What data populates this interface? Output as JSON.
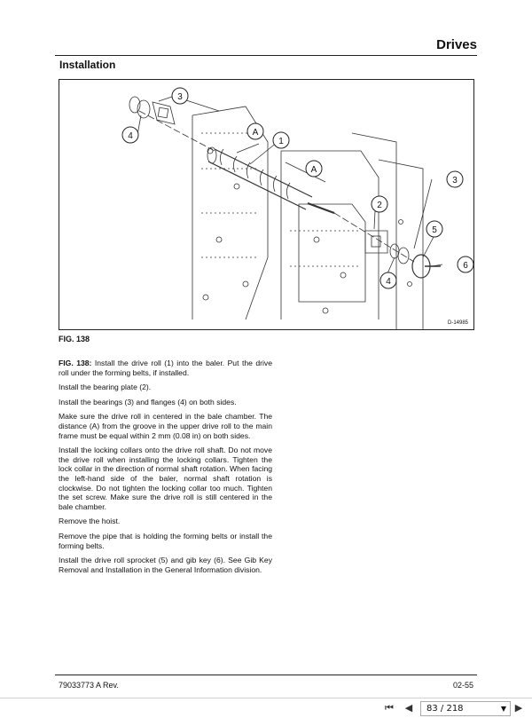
{
  "header": {
    "section": "Drives",
    "subtitle": "Installation"
  },
  "figure": {
    "code": "D-14985",
    "caption": "FIG. 138",
    "callouts": [
      "1",
      "2",
      "3",
      "3",
      "4",
      "4",
      "5",
      "6",
      "A",
      "A"
    ]
  },
  "body": {
    "lead": "FIG. 138:",
    "paragraphs": [
      " Install the drive roll (1) into the baler. Put the drive roll under the forming belts, if installed.",
      "Install the bearing plate (2).",
      "Install the bearings (3) and flanges (4) on both sides.",
      "Make sure the drive roll in centered in the bale chamber. The distance (A) from the groove in the upper drive roll to the main frame must be equal within 2 mm (0.08 in) on both sides.",
      "Install the locking collars onto the drive roll shaft. Do not move the drive roll when installing the locking collars. Tighten the lock collar in the direction of normal shaft rotation. When facing the left-hand side of the baler, normal shaft rotation is clockwise. Do not tighten the locking collar too much. Tighten the set screw. Make sure the drive roll is still centered in the bale chamber.",
      "Remove the hoist.",
      "Remove the pipe that is holding the forming belts or install the forming belts.",
      "Install the drive roll sprocket (5) and gib key (6). See Gib Key Removal and Installation in the General Information division."
    ]
  },
  "footer": {
    "left": "79033773 A Rev.",
    "right": "02-55"
  },
  "viewer": {
    "page_value": "83 / 218",
    "first_icon": "first-page-icon",
    "prev_icon": "previous-page-icon",
    "next_icon": "next-page-icon",
    "last_icon": "last-page-icon",
    "dropdown_icon": "chevron-down-icon"
  }
}
